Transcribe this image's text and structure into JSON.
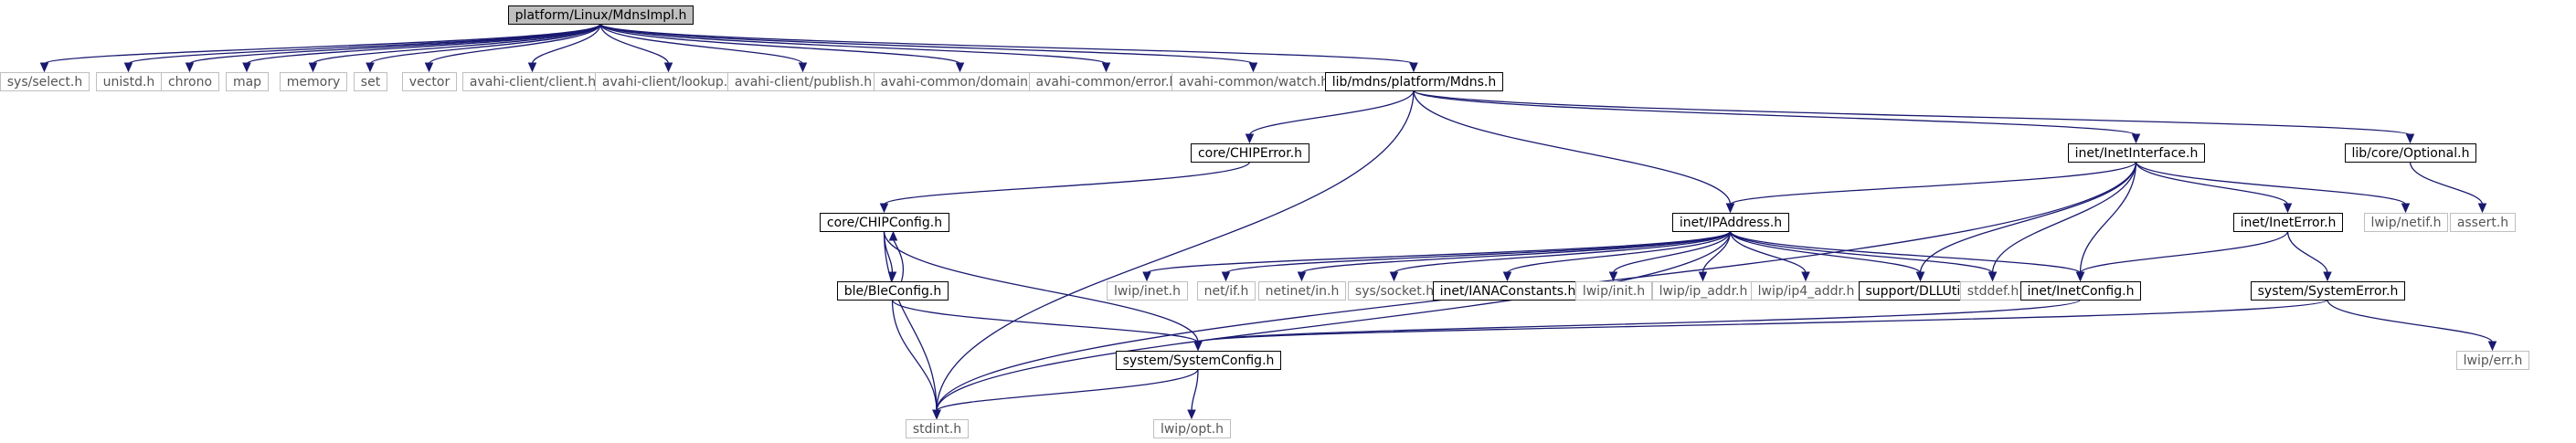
{
  "colors": {
    "edge": "#191970",
    "root_fill": "#bfbfbf",
    "box_fill": "#ffffff",
    "box_border": "#000000",
    "ext_border": "#bfbfbf",
    "text_dark": "#000000",
    "text_light": "#555555"
  },
  "nodes": [
    {
      "id": "root",
      "label": "platform/Linux/MdnsImpl.h",
      "kind": "root"
    },
    {
      "id": "sys_select",
      "label": "sys/select.h",
      "kind": "ext"
    },
    {
      "id": "unistd",
      "label": "unistd.h",
      "kind": "ext"
    },
    {
      "id": "chrono",
      "label": "chrono",
      "kind": "ext"
    },
    {
      "id": "map",
      "label": "map",
      "kind": "ext"
    },
    {
      "id": "memory",
      "label": "memory",
      "kind": "ext"
    },
    {
      "id": "set",
      "label": "set",
      "kind": "ext"
    },
    {
      "id": "vector",
      "label": "vector",
      "kind": "ext"
    },
    {
      "id": "avahi_client",
      "label": "avahi-client/client.h",
      "kind": "ext"
    },
    {
      "id": "avahi_lookup",
      "label": "avahi-client/lookup.h",
      "kind": "ext"
    },
    {
      "id": "avahi_publish",
      "label": "avahi-client/publish.h",
      "kind": "ext"
    },
    {
      "id": "avahi_domain",
      "label": "avahi-common/domain.h",
      "kind": "ext"
    },
    {
      "id": "avahi_error",
      "label": "avahi-common/error.h",
      "kind": "ext"
    },
    {
      "id": "avahi_watch",
      "label": "avahi-common/watch.h",
      "kind": "ext"
    },
    {
      "id": "mdns",
      "label": "lib/mdns/platform/Mdns.h",
      "kind": "box"
    },
    {
      "id": "chiperror",
      "label": "core/CHIPError.h",
      "kind": "box"
    },
    {
      "id": "inetiface",
      "label": "inet/InetInterface.h",
      "kind": "box"
    },
    {
      "id": "optional",
      "label": "lib/core/Optional.h",
      "kind": "box"
    },
    {
      "id": "chipconfig",
      "label": "core/CHIPConfig.h",
      "kind": "box"
    },
    {
      "id": "ipaddress",
      "label": "inet/IPAddress.h",
      "kind": "box"
    },
    {
      "id": "ineterror",
      "label": "inet/InetError.h",
      "kind": "box"
    },
    {
      "id": "lwip_netif",
      "label": "lwip/netif.h",
      "kind": "ext"
    },
    {
      "id": "assert",
      "label": "assert.h",
      "kind": "ext"
    },
    {
      "id": "bleconfig",
      "label": "ble/BleConfig.h",
      "kind": "box"
    },
    {
      "id": "lwip_inet",
      "label": "lwip/inet.h",
      "kind": "ext"
    },
    {
      "id": "net_if",
      "label": "net/if.h",
      "kind": "ext"
    },
    {
      "id": "netinet_in",
      "label": "netinet/in.h",
      "kind": "ext"
    },
    {
      "id": "sys_socket",
      "label": "sys/socket.h",
      "kind": "ext"
    },
    {
      "id": "iana",
      "label": "inet/IANAConstants.h",
      "kind": "box"
    },
    {
      "id": "lwip_init",
      "label": "lwip/init.h",
      "kind": "ext"
    },
    {
      "id": "lwip_ipaddr",
      "label": "lwip/ip_addr.h",
      "kind": "ext"
    },
    {
      "id": "lwip_ip4addr",
      "label": "lwip/ip4_addr.h",
      "kind": "ext"
    },
    {
      "id": "dllutil",
      "label": "support/DLLUtil.h",
      "kind": "box"
    },
    {
      "id": "stddef",
      "label": "stddef.h",
      "kind": "ext"
    },
    {
      "id": "inetconfig",
      "label": "inet/InetConfig.h",
      "kind": "box"
    },
    {
      "id": "syserror",
      "label": "system/SystemError.h",
      "kind": "box"
    },
    {
      "id": "sysconfig",
      "label": "system/SystemConfig.h",
      "kind": "box"
    },
    {
      "id": "lwip_err",
      "label": "lwip/err.h",
      "kind": "ext"
    },
    {
      "id": "stdint",
      "label": "stdint.h",
      "kind": "ext"
    },
    {
      "id": "lwip_opt",
      "label": "lwip/opt.h",
      "kind": "ext"
    }
  ],
  "edges": [
    [
      "root",
      "sys_select"
    ],
    [
      "root",
      "unistd"
    ],
    [
      "root",
      "chrono"
    ],
    [
      "root",
      "map"
    ],
    [
      "root",
      "memory"
    ],
    [
      "root",
      "set"
    ],
    [
      "root",
      "vector"
    ],
    [
      "root",
      "avahi_client"
    ],
    [
      "root",
      "avahi_lookup"
    ],
    [
      "root",
      "avahi_publish"
    ],
    [
      "root",
      "avahi_domain"
    ],
    [
      "root",
      "avahi_error"
    ],
    [
      "root",
      "avahi_watch"
    ],
    [
      "root",
      "mdns"
    ],
    [
      "mdns",
      "chiperror"
    ],
    [
      "mdns",
      "inetiface"
    ],
    [
      "mdns",
      "optional"
    ],
    [
      "mdns",
      "ipaddress"
    ],
    [
      "mdns",
      "stdint"
    ],
    [
      "chiperror",
      "chipconfig"
    ],
    [
      "inetiface",
      "ipaddress"
    ],
    [
      "inetiface",
      "ineterror"
    ],
    [
      "inetiface",
      "lwip_netif"
    ],
    [
      "inetiface",
      "dllutil"
    ],
    [
      "inetiface",
      "stddef"
    ],
    [
      "inetiface",
      "inetconfig"
    ],
    [
      "inetiface",
      "stdint"
    ],
    [
      "optional",
      "assert"
    ],
    [
      "chipconfig",
      "bleconfig"
    ],
    [
      "bleconfig",
      "chipconfig"
    ],
    [
      "chipconfig",
      "sysconfig"
    ],
    [
      "chipconfig",
      "stdint"
    ],
    [
      "bleconfig",
      "sysconfig"
    ],
    [
      "bleconfig",
      "stdint"
    ],
    [
      "ipaddress",
      "lwip_inet"
    ],
    [
      "ipaddress",
      "net_if"
    ],
    [
      "ipaddress",
      "netinet_in"
    ],
    [
      "ipaddress",
      "sys_socket"
    ],
    [
      "ipaddress",
      "iana"
    ],
    [
      "ipaddress",
      "lwip_init"
    ],
    [
      "ipaddress",
      "lwip_ipaddr"
    ],
    [
      "ipaddress",
      "lwip_ip4addr"
    ],
    [
      "ipaddress",
      "dllutil"
    ],
    [
      "ipaddress",
      "stddef"
    ],
    [
      "ipaddress",
      "inetconfig"
    ],
    [
      "ipaddress",
      "stdint"
    ],
    [
      "ineterror",
      "inetconfig"
    ],
    [
      "ineterror",
      "syserror"
    ],
    [
      "inetconfig",
      "sysconfig"
    ],
    [
      "syserror",
      "sysconfig"
    ],
    [
      "syserror",
      "lwip_err"
    ],
    [
      "sysconfig",
      "stdint"
    ],
    [
      "sysconfig",
      "lwip_opt"
    ]
  ]
}
